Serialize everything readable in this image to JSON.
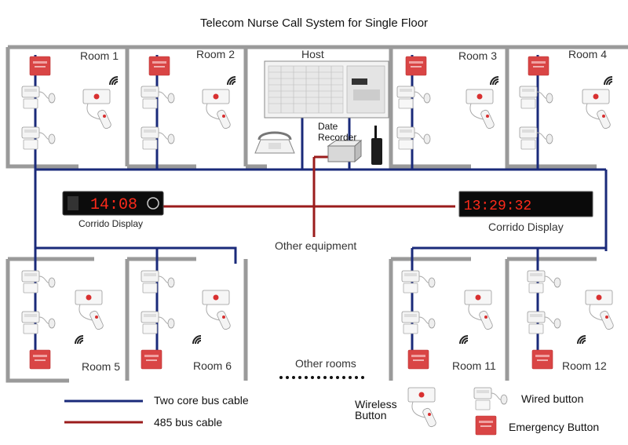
{
  "title": "Telecom Nurse Call System for Single Floor",
  "rooms": {
    "room1": "Room 1",
    "room2": "Room 2",
    "room3": "Room 3",
    "room4": "Room 4",
    "room5": "Room 5",
    "room6": "Room 6",
    "room11": "Room 11",
    "room12": "Room 12"
  },
  "host_label": "Host",
  "date_recorder": {
    "line1": "Date",
    "line2": "Recorder"
  },
  "corridor_left": {
    "label": "Corrido Display",
    "time": "14:08"
  },
  "corridor_right": {
    "label": "Corrido Display",
    "time": "13:29:32"
  },
  "other_equipment": "Other equipment",
  "other_rooms": "Other rooms",
  "legend": {
    "two_core": "Two core bus cable",
    "bus485": "485 bus cable",
    "wireless": {
      "line1": "Wireless",
      "line2": "Button"
    },
    "wired": "Wired button",
    "emergency": "Emergency Button"
  },
  "colors": {
    "two_core": "#1a2a7a",
    "bus485": "#9b1c1c",
    "wall": "#9a9a9a",
    "sos": "#d94545"
  }
}
